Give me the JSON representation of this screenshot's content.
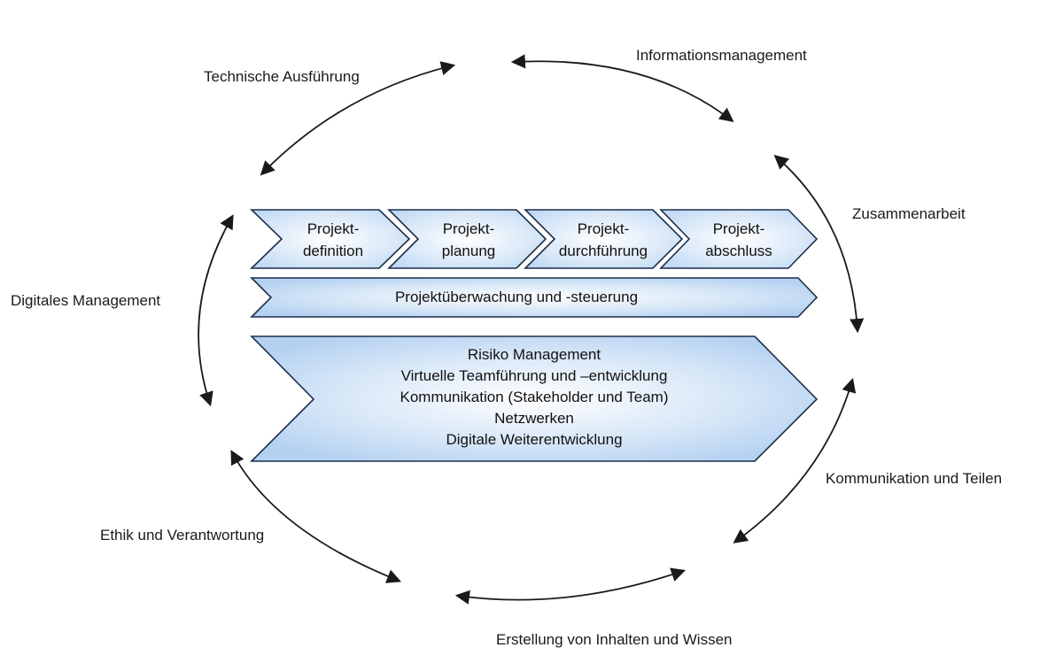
{
  "ring": {
    "technische": "Technische Ausführung",
    "information": "Informationsmanagement",
    "zusammenarbeit": "Zusammenarbeit",
    "digitales": "Digitales Management",
    "kommunikation": "Kommunikation und Teilen",
    "ethik": "Ethik und Verantwortung",
    "erstellung": "Erstellung von Inhalten und Wissen"
  },
  "phases": [
    {
      "line1": "Projekt-",
      "line2": "definition"
    },
    {
      "line1": "Projekt-",
      "line2": "planung"
    },
    {
      "line1": "Projekt-",
      "line2": "durchführung"
    },
    {
      "line1": "Projekt-",
      "line2": "abschluss"
    }
  ],
  "monitoring": "Projektüberwachung und -steuerung",
  "competencies": [
    "Risiko Management",
    "Virtuelle Teamführung und –entwicklung",
    "Kommunikation (Stakeholder und Team)",
    "Netzwerken",
    "Digitale Weiterentwicklung"
  ],
  "colors": {
    "fill_light": "#ffffff",
    "fill_blue": "#b9d5f3",
    "outline": "#1c2e4a",
    "arrow": "#1a1a1a"
  }
}
